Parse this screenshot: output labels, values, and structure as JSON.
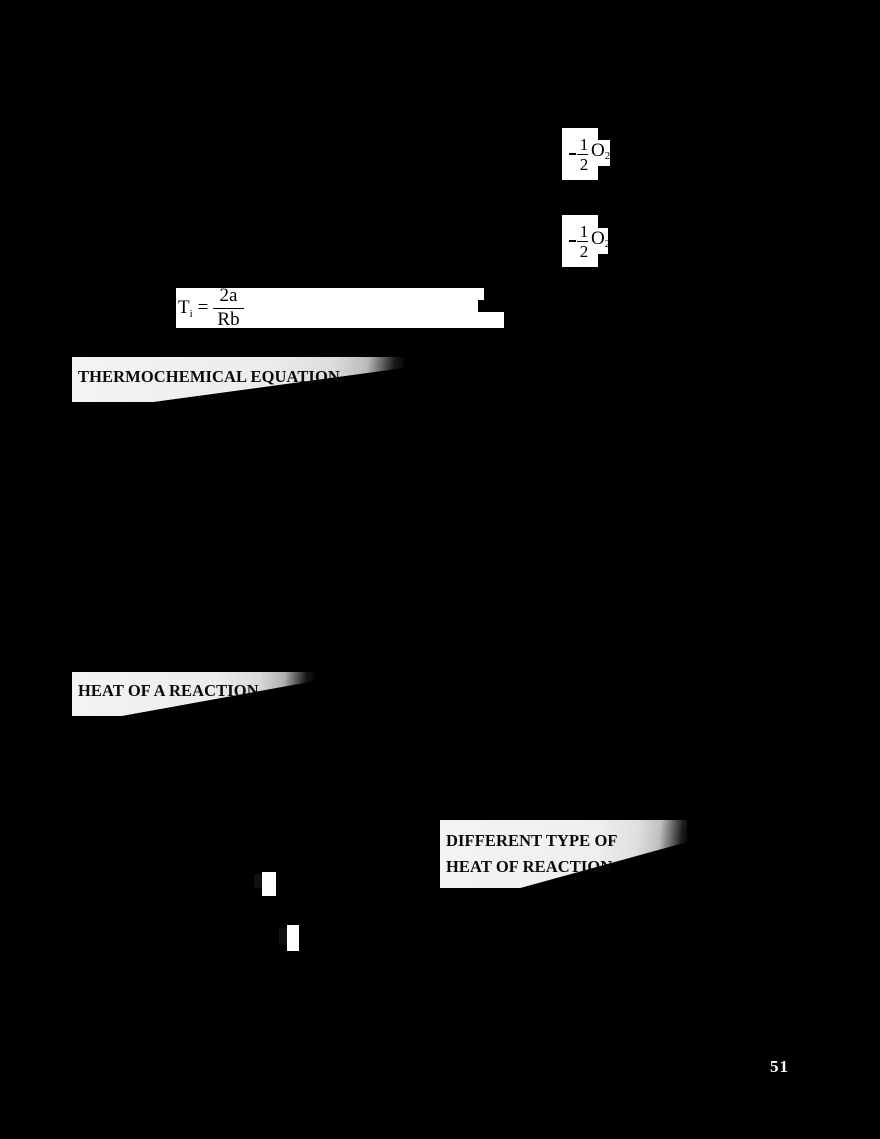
{
  "document": {
    "page_number": "51",
    "background_color": "#000000",
    "text_color": "#ffffff"
  },
  "formulas": {
    "oxygen_top": {
      "numerator": "1",
      "denominator": "2",
      "species": "O",
      "species_subscript": "2"
    },
    "oxygen_second": {
      "numerator": "1",
      "denominator": "2",
      "species": "O",
      "species_subscript": "2"
    },
    "inversion_temperature": {
      "variable": "T",
      "variable_subscript": "i",
      "equals": "=",
      "numerator": "2a",
      "denominator": "Rb"
    }
  },
  "sections": [
    {
      "id": "thermochemical-equation",
      "title": "THERMOCHEMICAL EQUATION"
    },
    {
      "id": "heat-of-a-reaction",
      "title": "HEAT OF A REACTION"
    },
    {
      "id": "different-type-of-heat-of-reaction",
      "title_line1": "DIFFERENT TYPE OF",
      "title_line2": "HEAT OF REACTION"
    }
  ],
  "colors": {
    "banner_light": "#f2f2f2",
    "banner_mid": "#d8d8d8",
    "banner_dark": "#000000",
    "paper": "#ffffff",
    "ink": "#000000"
  }
}
